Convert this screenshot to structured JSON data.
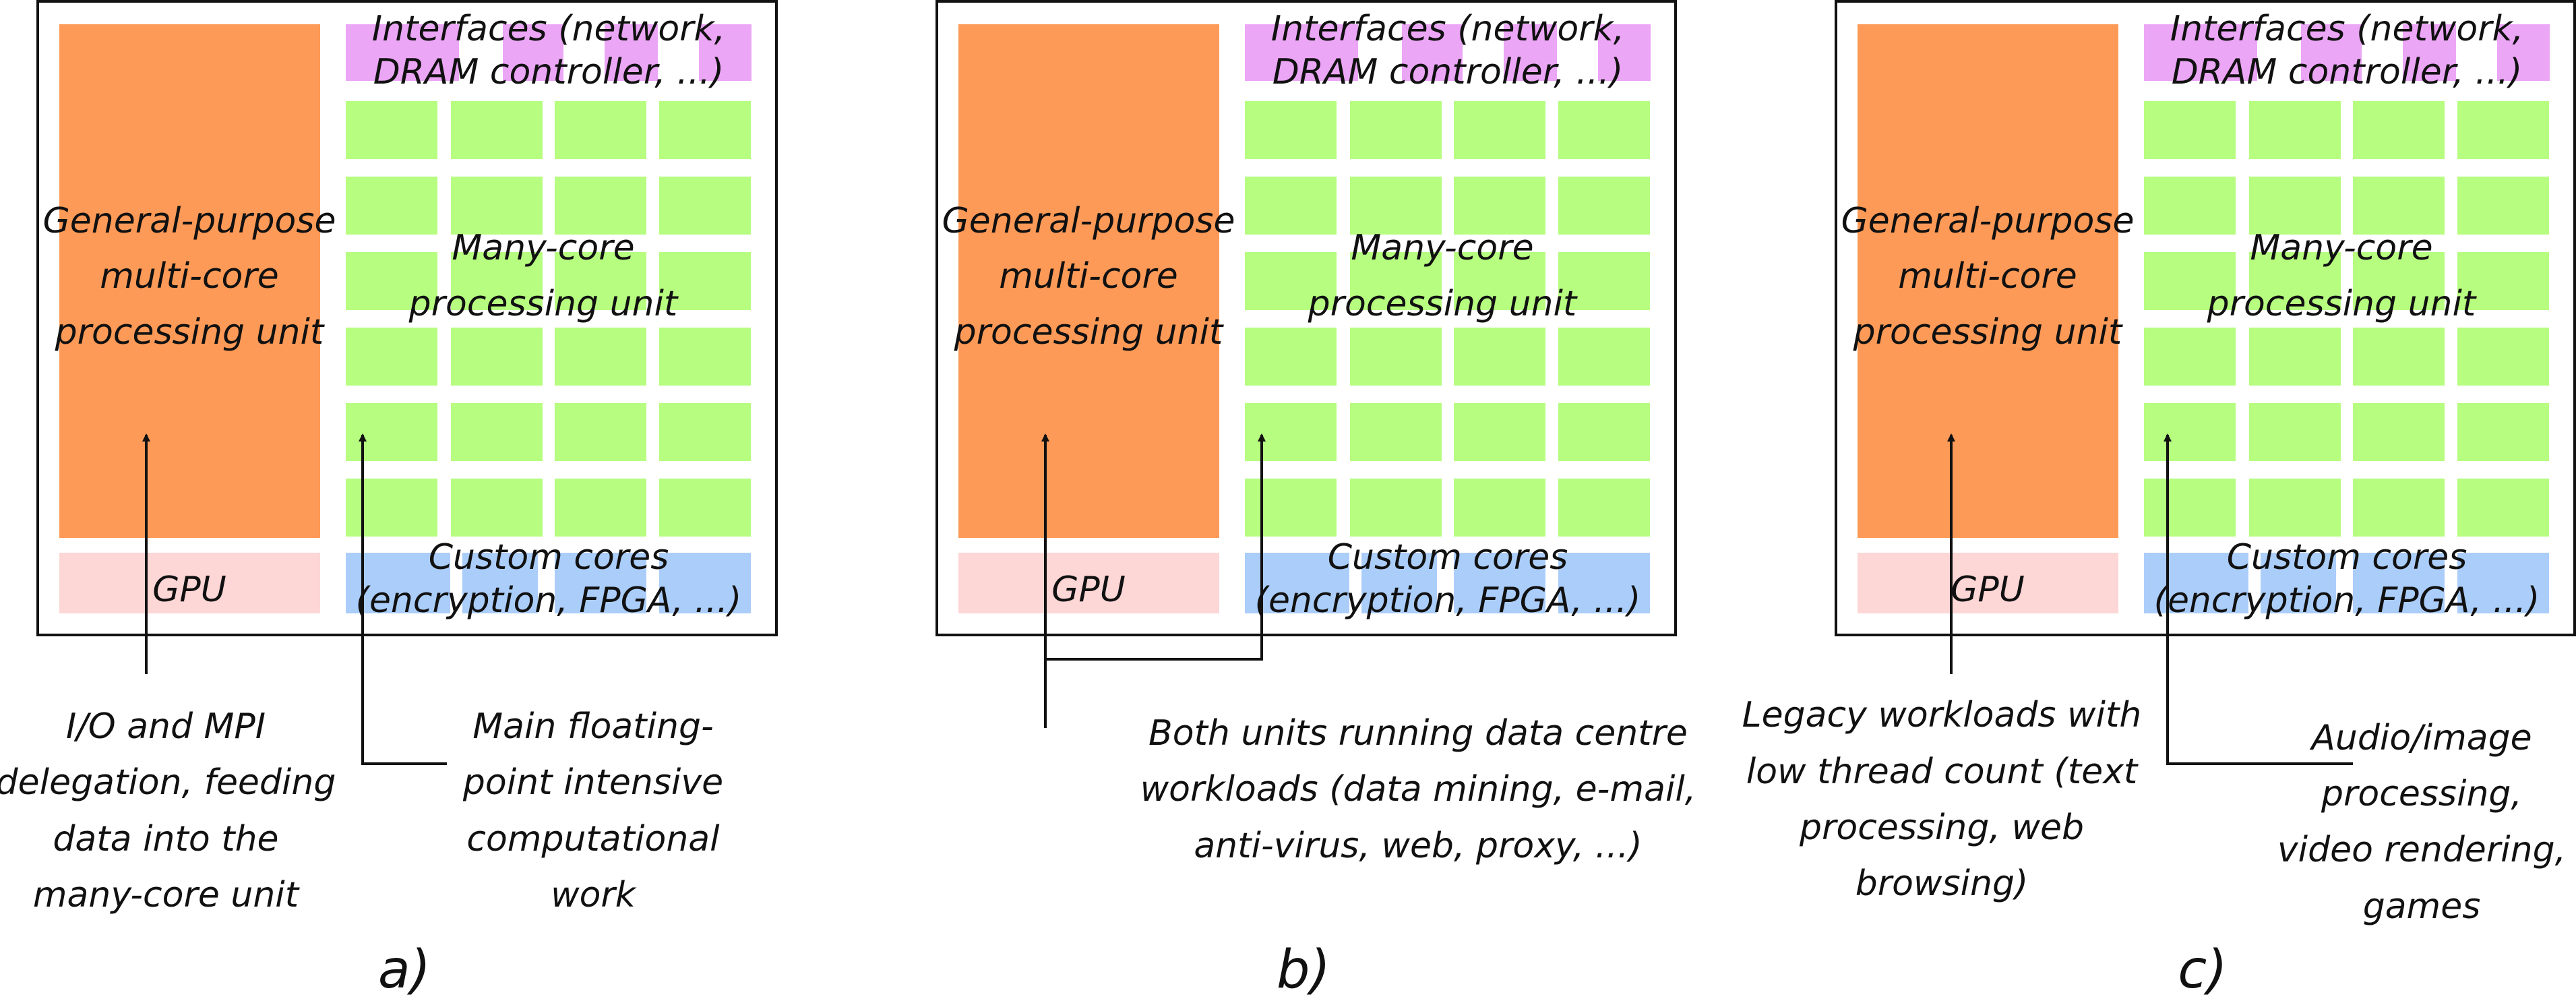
{
  "colors": {
    "gp_unit": "#fe9a57",
    "gpu": "#fdd6d6",
    "interfaces": "#eca6f6",
    "custom": "#abcdfa",
    "many_core": "#b6fd80",
    "frame": "#111111",
    "background": "#ffffff"
  },
  "chip": {
    "gp_label": [
      "General-purpose",
      "multi-core",
      "processing unit"
    ],
    "gpu_label": "GPU",
    "interfaces_label": [
      "Interfaces (network,",
      "DRAM controller, ...)"
    ],
    "many_core_label": [
      "Many-core",
      "processing unit"
    ],
    "custom_label": [
      "Custom cores",
      "(encryption, FPGA, ...)"
    ]
  },
  "panels": [
    {
      "id": "a",
      "caption": "a)",
      "annotations": [
        {
          "lines": [
            "I/O and MPI",
            "delegation, feeding",
            "data into the",
            "many-core unit"
          ]
        },
        {
          "lines": [
            "Main floating-",
            "point intensive",
            "computational",
            "work"
          ]
        }
      ]
    },
    {
      "id": "b",
      "caption": "b)",
      "annotations": [
        {
          "lines": [
            "Both units running data centre",
            "workloads (data mining, e-mail,",
            "anti-virus, web, proxy, ...)"
          ]
        }
      ]
    },
    {
      "id": "c",
      "caption": "c)",
      "annotations": [
        {
          "lines": [
            "Legacy workloads with",
            "low thread count (text",
            "processing, web",
            "browsing)"
          ]
        },
        {
          "lines": [
            "Audio/image",
            "processing,",
            "video rendering,",
            "games"
          ]
        }
      ]
    }
  ]
}
